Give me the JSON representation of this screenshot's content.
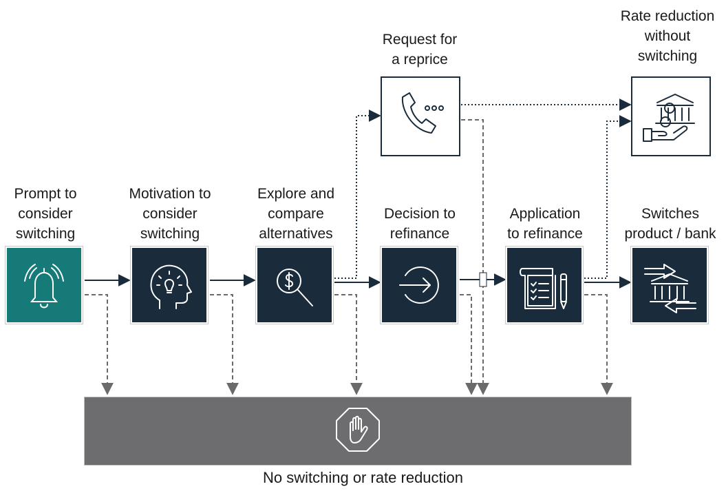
{
  "colors": {
    "dark": "#1a2b3c",
    "teal": "#157a78",
    "bar": "#6d6d6f",
    "dashed": "#6a6a6a"
  },
  "stages": [
    {
      "id": "prompt",
      "label_lines": [
        "Prompt to",
        "consider",
        "switching"
      ],
      "icon": "alarm-bell-icon"
    },
    {
      "id": "motivation",
      "label_lines": [
        "Motivation to",
        "consider",
        "switching"
      ],
      "icon": "lightbulb-head-icon"
    },
    {
      "id": "explore",
      "label_lines": [
        "Explore and",
        "compare",
        "alternatives"
      ],
      "icon": "dollar-magnifier-icon"
    },
    {
      "id": "decision",
      "label_lines": [
        "Decision to",
        "refinance"
      ],
      "icon": "arrow-circle-icon"
    },
    {
      "id": "application",
      "label_lines": [
        "Application",
        "to refinance"
      ],
      "icon": "document-checklist-pen-icon"
    },
    {
      "id": "switches",
      "label_lines": [
        "Switches",
        "product / bank"
      ],
      "icon": "bank-exchange-icon"
    }
  ],
  "reprice": {
    "label_lines": [
      "Request for",
      "a reprice"
    ],
    "icon": "phone-call-icon"
  },
  "rate_reduction": {
    "label_lines": [
      "Rate reduction",
      "without",
      "switching"
    ],
    "icon": "bank-coin-hand-icon"
  },
  "outcome": {
    "label": "No switching or rate reduction",
    "icon": "stop-hand-icon"
  }
}
